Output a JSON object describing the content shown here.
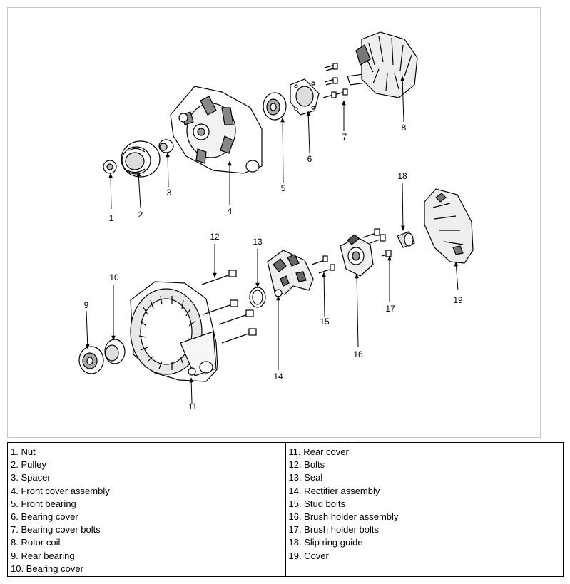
{
  "callouts": [
    "1",
    "2",
    "3",
    "4",
    "5",
    "6",
    "7",
    "8",
    "9",
    "10",
    "11",
    "12",
    "13",
    "14",
    "15",
    "16",
    "17",
    "18",
    "19"
  ],
  "legend": {
    "left": [
      "1. Nut",
      "2. Pulley",
      "3. Spacer",
      "4. Front cover assembly",
      "5. Front bearing",
      "6. Bearing cover",
      "7. Bearing cover bolts",
      "8. Rotor coil",
      "9. Rear bearing",
      "10. Bearing cover"
    ],
    "right": [
      "11. Rear cover",
      "12. Bolts",
      "13. Seal",
      "14. Rectifier assembly",
      "15. Stud bolts",
      "16. Brush holder assembly",
      "17. Brush holder bolts",
      "18. Slip ring guide",
      "19. Cover"
    ]
  }
}
